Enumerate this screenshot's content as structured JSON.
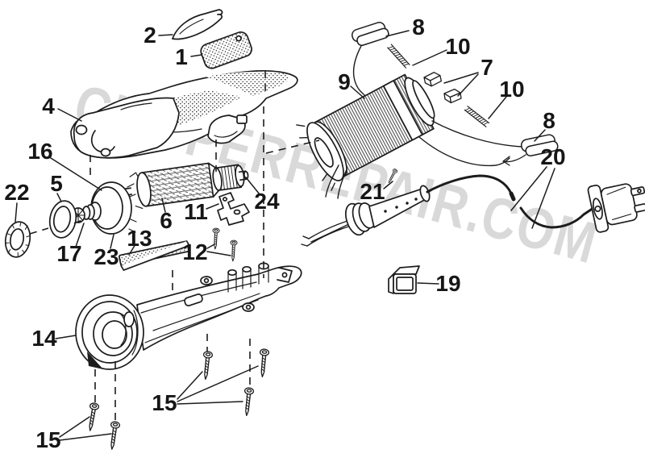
{
  "watermark": {
    "text": "CLIPPERREPAIR.COM",
    "color": "#d9d9d9"
  },
  "ink_color": "#1c1c1c",
  "background": "#ffffff",
  "callouts": {
    "p1": "1",
    "p2": "2",
    "p4": "4",
    "p5": "5",
    "p6": "6",
    "p7": "7",
    "p8a": "8",
    "p8b": "8",
    "p9": "9",
    "p10a": "10",
    "p10b": "10",
    "p11": "11",
    "p12": "12",
    "p13": "13",
    "p14": "14",
    "p15a": "15",
    "p15b": "15",
    "p16": "16",
    "p17": "17",
    "p19": "19",
    "p20": "20",
    "p21": "21",
    "p22": "22",
    "p23": "23",
    "p24": "24"
  }
}
